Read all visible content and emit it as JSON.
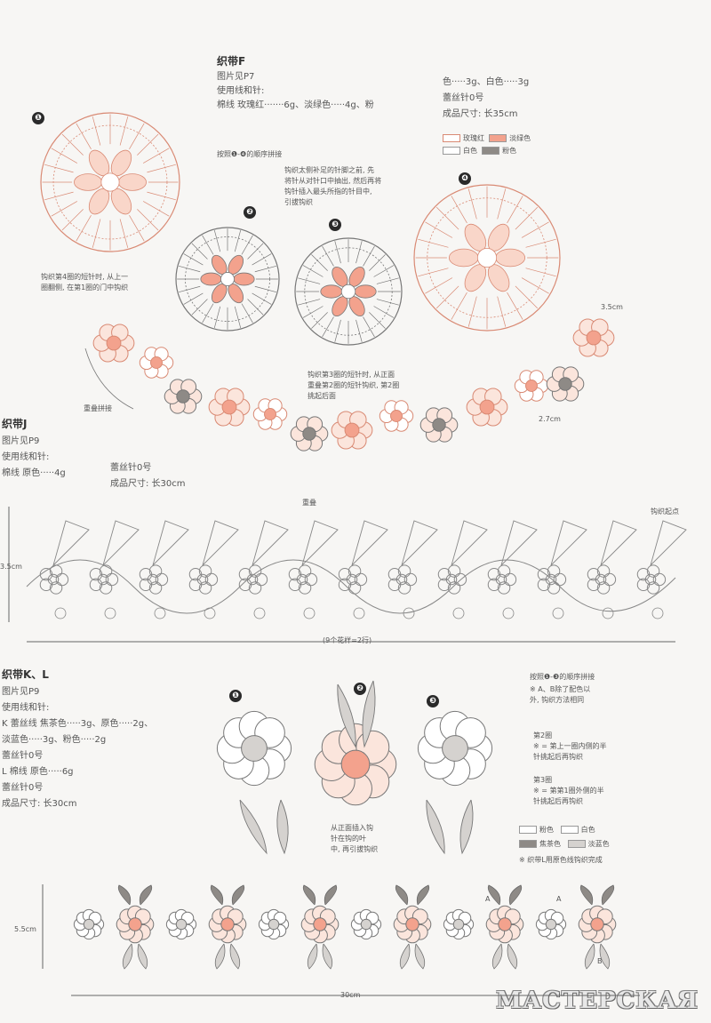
{
  "colors": {
    "coral": "#f3a28d",
    "coral_light": "#f9d6c9",
    "gray": "#8e8a86",
    "gray_light": "#d5d2cf",
    "line": "#d98a74",
    "dark": "#2a2a2a"
  },
  "section_f": {
    "title": "织带F",
    "ref": "图片见P7",
    "materials_title": "使用线和针:",
    "materials": "棉线  玫瑰红·······6g、淡绿色·····4g、粉",
    "materials_right": "色·····3g、白色·····3g",
    "hook": "蕾丝针0号",
    "size": "成品尺寸: 长35cm",
    "legend": {
      "rose": "玫瑰红",
      "lightgreen": "淡绿色",
      "white": "白色",
      "pink": "粉色"
    },
    "join_title": "按照❶-❹的顺序拼接",
    "join_note_1": "钩织太侧补足的针脚之前, 先",
    "join_note_2": "将针从对针口中抽出, 然后再将",
    "join_note_3": "钩针插入最头所指的针目中,",
    "join_note_4": "引拔钩织",
    "note_left_1": "钩织第4圈的短针时, 从上一",
    "note_left_2": "圈翻侧, 在第1圈的门中钩织",
    "note_bottom_1": "钩织第3圈的短针时, 从正面",
    "note_bottom_2": "重叠第2圈的短针钩织, 第2圈",
    "note_bottom_3": "挑起后面",
    "overlap": "重叠拼接",
    "dim_a": "3.5cm",
    "dim_b": "2.7cm",
    "num1": "❶",
    "num2": "❷",
    "num3": "❸",
    "num4": "❹"
  },
  "section_j": {
    "title": "织带J",
    "ref": "图片见P9",
    "materials_title": "使用线和针:",
    "materials": "棉线  原色·····4g",
    "hook": "蕾丝针0号",
    "size": "成品尺寸: 长30cm",
    "overlap": "重叠",
    "start": "钩织起点",
    "height": "3.5cm",
    "repeat": "(9个花样=2行)"
  },
  "section_kl": {
    "title": "织带K、L",
    "ref": "图片见P9",
    "materials_title": "使用线和针:",
    "k_line1": "K  蕾丝线  焦茶色·····3g、原色·····2g、",
    "k_line2": "淡蓝色·····3g、粉色·····2g",
    "hook": "蕾丝针0号",
    "l_line": "L  棉线  原色·····6g",
    "hook2": "蕾丝针0号",
    "size": "成品尺寸: 长30cm",
    "join_title": "按照❶-❸的顺序拼接",
    "join_note_1": "※ A、B除了配色以",
    "join_note_2": "外, 钩织方法相同",
    "round2_title": "第2圈",
    "round2_note_1": "※ = 第上一圈内侧的半",
    "round2_note_2": "针挑起后再钩织",
    "round3_title": "第3圈",
    "round3_note_1": "※ = 第第1圈外侧的半",
    "round3_note_2": "针挑起后再钩织",
    "center_note_1": "从正面插入钩",
    "center_note_2": "针在钩的叶",
    "center_note_3": "中, 再引拔钩织",
    "legend": {
      "pink": "粉色",
      "white": "白色",
      "brown": "焦茶色",
      "blue": "淡蓝色"
    },
    "legend_note": "※ 织带L用原色线钩织完成",
    "height": "5.5cm",
    "length": "30cm",
    "label_a": "A",
    "label_b": "B",
    "num1": "❶",
    "num2": "❷",
    "num3": "❸"
  },
  "watermark": "МАСТЕРСКАЯ"
}
